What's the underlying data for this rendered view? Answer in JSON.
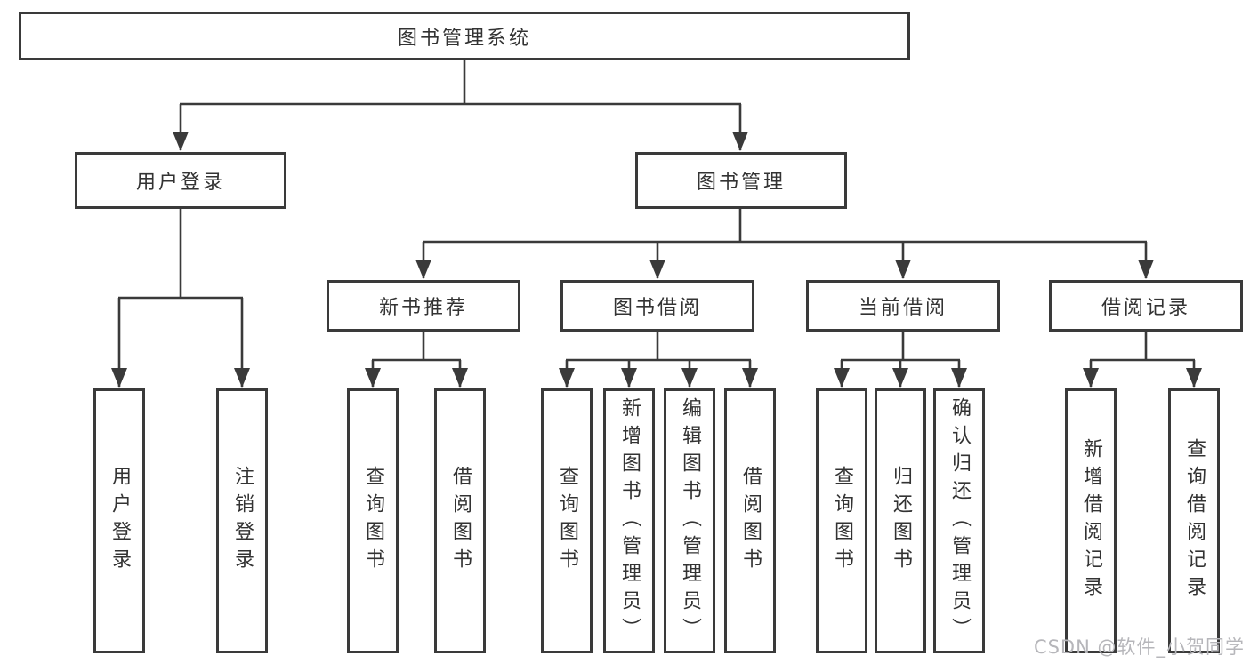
{
  "diagram": {
    "root": {
      "label": "图书管理系统"
    },
    "level2": [
      {
        "label": "用户登录"
      },
      {
        "label": "图书管理"
      }
    ],
    "level3": [
      {
        "label": "新书推荐"
      },
      {
        "label": "图书借阅"
      },
      {
        "label": "当前借阅"
      },
      {
        "label": "借阅记录"
      }
    ],
    "leaves": {
      "login": [
        "用户登录",
        "注销登录"
      ],
      "recommend": [
        "查询图书",
        "借阅图书"
      ],
      "borrow": [
        "查询图书",
        "新增图书（管理员）",
        "编辑图书（管理员）",
        "借阅图书"
      ],
      "current": [
        "查询图书",
        "归还图书",
        "确认归还（管理员）"
      ],
      "records": [
        "新增借阅记录",
        "查询借阅记录"
      ]
    }
  },
  "watermark": "CSDN @软件_小贺同学",
  "colors": {
    "line": "#3a3a3a",
    "text": "#333333",
    "background": "#ffffff",
    "watermark": "#b6b6ba"
  }
}
